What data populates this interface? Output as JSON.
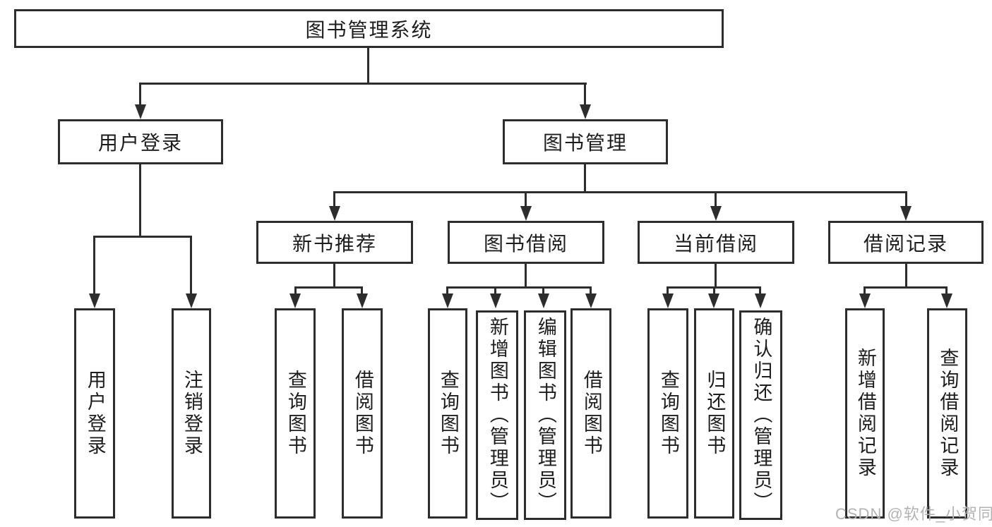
{
  "diagram": {
    "root": {
      "label": "图书管理系统"
    },
    "level2": [
      {
        "label": "用户登录"
      },
      {
        "label": "图书管理"
      }
    ],
    "level3": [
      {
        "label": "新书推荐"
      },
      {
        "label": "图书借阅"
      },
      {
        "label": "当前借阅"
      },
      {
        "label": "借阅记录"
      }
    ],
    "leaves": [
      {
        "label": "用户登录"
      },
      {
        "label": "注销登录"
      },
      {
        "label": "查询图书"
      },
      {
        "label": "借阅图书"
      },
      {
        "label": "查询图书"
      },
      {
        "label": "新增图书（管理员）"
      },
      {
        "label": "编辑图书（管理员）"
      },
      {
        "label": "借阅图书"
      },
      {
        "label": "查询图书"
      },
      {
        "label": "归还图书"
      },
      {
        "label": "确认归还（管理员）"
      },
      {
        "label": "新增借阅记录"
      },
      {
        "label": "查询借阅记录"
      }
    ],
    "colors": {
      "line": "#2d2d2d",
      "text": "#1d1d1d",
      "background": "#ffffff",
      "watermark": "#b3b3b3"
    }
  },
  "watermark": {
    "text": "CSDN @软件_小贺同学"
  }
}
